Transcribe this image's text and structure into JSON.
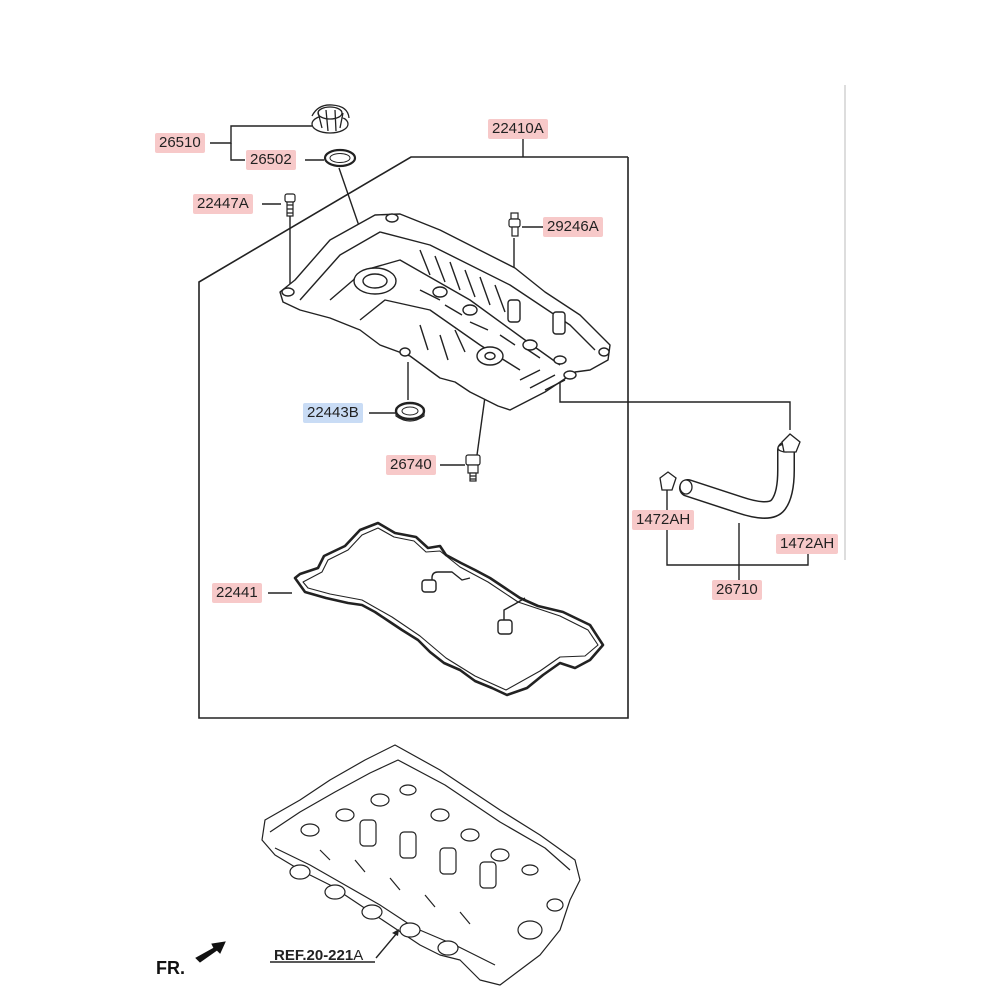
{
  "labels": {
    "oil_cap": "26510",
    "cap_gasket": "26502",
    "cover_assembly": "22410A",
    "bolt": "22447A",
    "pcv_valve": "29246A",
    "oil_seal": "22443B",
    "sensor": "26740",
    "cover_gasket": "22441",
    "hose_clamp_left": "1472AH",
    "hose_clamp_right": "1472AH",
    "breather_hose": "26710"
  },
  "reference": {
    "text": "REF.20-221",
    "suffix": "A"
  },
  "direction": {
    "text": "FR."
  },
  "colors": {
    "label_bg": "#f7c9c9",
    "label_selected_bg": "#c9dcf5",
    "line": "#222222"
  }
}
